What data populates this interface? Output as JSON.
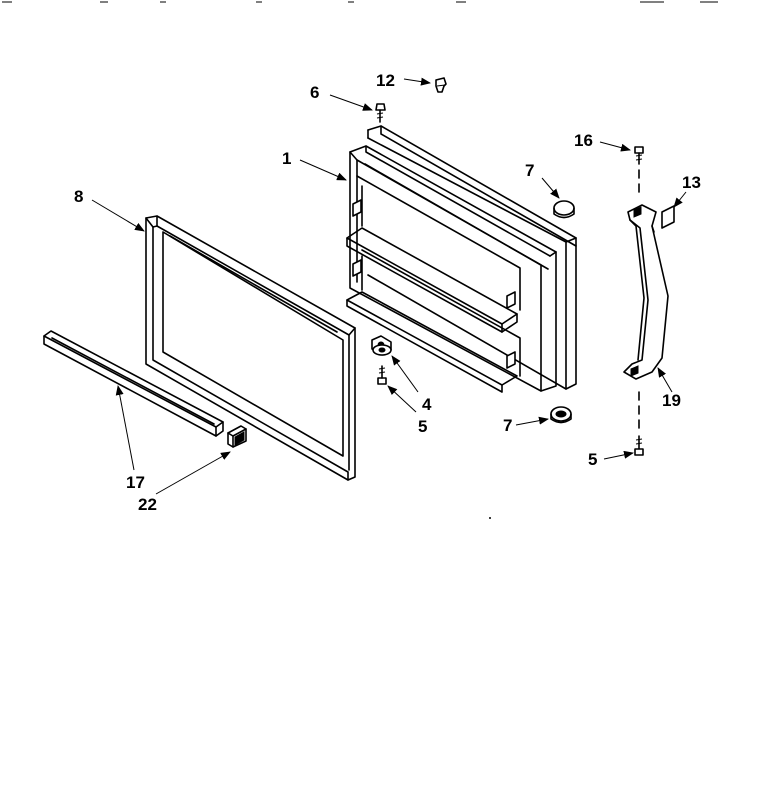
{
  "callouts": {
    "c12": "12",
    "c6": "6",
    "c1": "1",
    "c16": "16",
    "c7a": "7",
    "c13": "13",
    "c8": "8",
    "c4": "4",
    "c5a": "5",
    "c19": "19",
    "c7b": "7",
    "c5b": "5",
    "c17": "17",
    "c22": "22"
  }
}
